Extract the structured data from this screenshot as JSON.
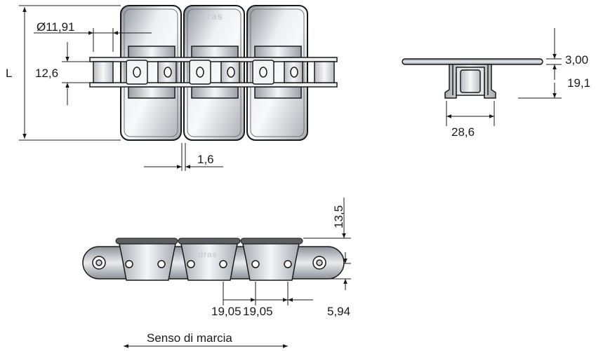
{
  "top_view": {
    "dim_diameter": "Ø11,91",
    "dim_length": "L",
    "dim_pin_height": "12,6",
    "dim_gap": "1,6",
    "logo": "dras"
  },
  "end_view": {
    "dim_thickness": "3,00",
    "dim_height": "19,1",
    "dim_width": "28,6"
  },
  "side_view": {
    "dim_top": "13,5",
    "dim_pitch_1": "19,05",
    "dim_pitch_2": "19,05",
    "dim_offset": "5,94",
    "logo": "dras",
    "direction_label": "Senso di marcia"
  },
  "colors": {
    "line": "#1a1a1a",
    "plate_light": "#eceff2",
    "plate_dark": "#9da3a9",
    "rubber_top": "#5a5d61"
  }
}
